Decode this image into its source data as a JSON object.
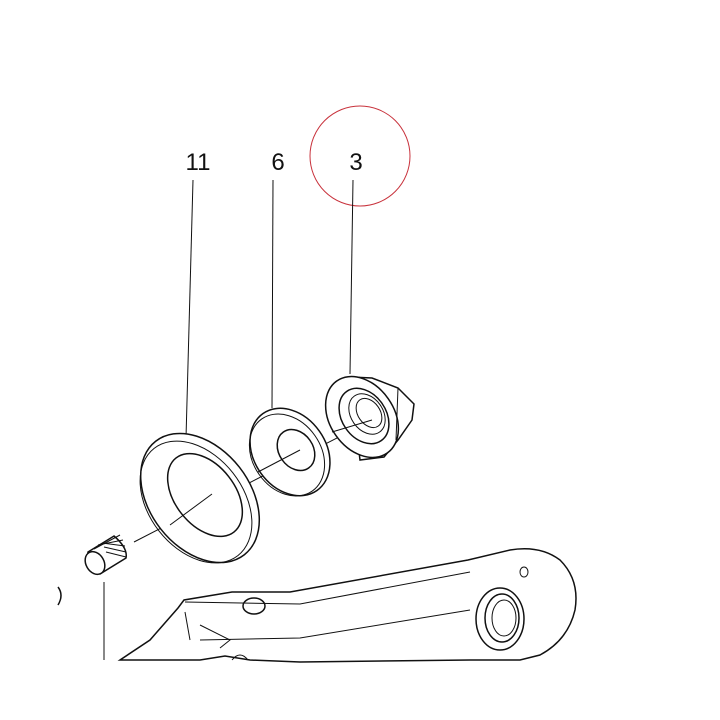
{
  "diagram": {
    "callouts": [
      {
        "id": "11",
        "label": "11"
      },
      {
        "id": "6",
        "label": "6"
      },
      {
        "id": "3",
        "label": "3"
      }
    ],
    "highlight": {
      "target": "3",
      "color": "#c8323c"
    },
    "line_color": "#111111",
    "background": "#ffffff"
  }
}
